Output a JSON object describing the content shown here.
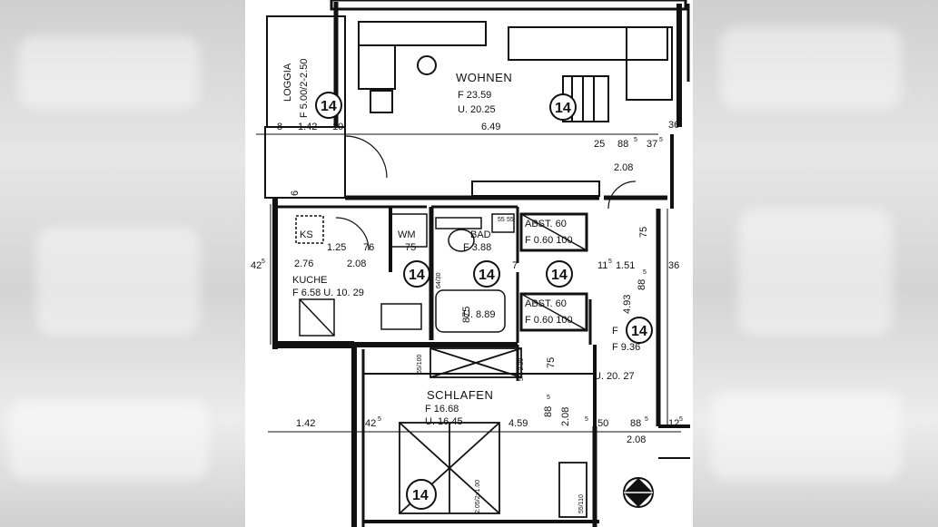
{
  "rooms": {
    "wohnen": {
      "name": "WOHNEN",
      "f": "F   23.59",
      "u": "U.  20.25"
    },
    "loggia": {
      "name": "LOGGIA",
      "f": "F 5.00/2-2.50"
    },
    "kuche": {
      "name": "KUCHE",
      "fu": "F  6.58   U. 10. 29"
    },
    "bad": {
      "name": "BAD",
      "f": "F 3.88",
      "u": "U. 8.89"
    },
    "schlafen": {
      "name": "SCHLAFEN",
      "f": "F        16.68",
      "u": "U.    16.45"
    },
    "flur": {
      "f": "F",
      "f2": "F  9.36",
      "u": "U. 20. 27"
    },
    "abst1": {
      "name": "ABST. 60",
      "f": "F 0.60 100"
    },
    "abst2": {
      "name": "ABST. 60",
      "f": "F 0.60 100"
    }
  },
  "fixtures": {
    "ks": "KS",
    "wm": "WM",
    "wm_dim": "75"
  },
  "room_number": "14",
  "dimensions": {
    "d_8": "8",
    "d_142_top": "1.42",
    "d_10": "10",
    "d_649": "6.49",
    "d_36_top": "36",
    "d_25": "25",
    "d_88_top": "88",
    "d_5_a": "5",
    "d_37": "37",
    "d_5_b": "5",
    "d_208_top": "2.08",
    "d_6": "6",
    "d_125": "1.25",
    "d_76": "76",
    "d_75_k": "75",
    "d_276": "2.76",
    "d_208_k": "2.08",
    "d_42": "42",
    "d_5_c": "5",
    "d_7": "7",
    "d_11": "11",
    "d_5_d": "5",
    "d_151": "1.51",
    "d_36_mid": "36",
    "d_75_side": "75",
    "d_493": "4.93",
    "d_885": "88",
    "d_5_e": "5",
    "d_6430": "64/30",
    "d_875": "875",
    "d_75_s": "75",
    "d_5510": "55/100",
    "d_51_220": "5/1  2.20",
    "d_885_s": "88",
    "d_5_f": "5",
    "d_208_s": "2.08",
    "d_142_bot": "1.42",
    "d_42_b": "42",
    "d_5_g": "5",
    "d_459": "4.59",
    "d_5_h": "5",
    "d_50": "50",
    "d_88_b": "88",
    "d_5_i": "5",
    "d_12": "12",
    "d_5_j": "5",
    "d_208_b": "2.08",
    "d_205": "2.05/2×1.00",
    "d_5510_b": "55/110",
    "d_55": "55",
    "d_55b": "55"
  }
}
